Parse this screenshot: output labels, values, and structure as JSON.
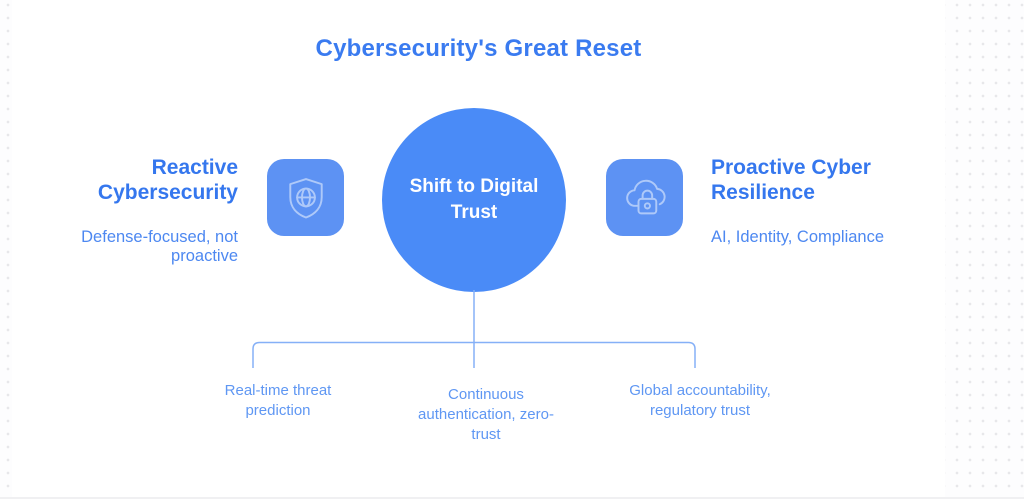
{
  "title": "Cybersecurity's Great Reset",
  "center": {
    "label": "Shift to Digital Trust"
  },
  "left": {
    "icon": "shield-globe-icon",
    "heading": "Reactive Cybersecurity",
    "subtitle": "Defense-focused, not proactive"
  },
  "right": {
    "icon": "cloud-lock-icon",
    "heading": "Proactive Cyber Resilience",
    "subtitle": "AI, Identity, Compliance"
  },
  "branches": [
    {
      "label": "Real-time threat prediction",
      "lines": [
        "Real-time threat",
        "prediction"
      ]
    },
    {
      "label": "Continuous authentication, zero-trust",
      "lines": [
        "Continuous",
        "authentication, zero-",
        "trust"
      ]
    },
    {
      "label": "Global accountability, regulatory trust",
      "lines": [
        "Global accountability,",
        "regulatory trust"
      ]
    }
  ],
  "colors": {
    "title_blue": "#3a7bf0",
    "heading_blue": "#3577ee",
    "subtitle_blue": "#4d88f1",
    "branch_label_blue": "#5f97f3",
    "circle_fill": "#4a8bf7",
    "icon_tile_fill": "#5d92f3",
    "icon_stroke": "#aec9f9",
    "connector_line": "#85b0f7",
    "card_background": "#ffffff",
    "dot_grid": "#e7e7ea"
  }
}
